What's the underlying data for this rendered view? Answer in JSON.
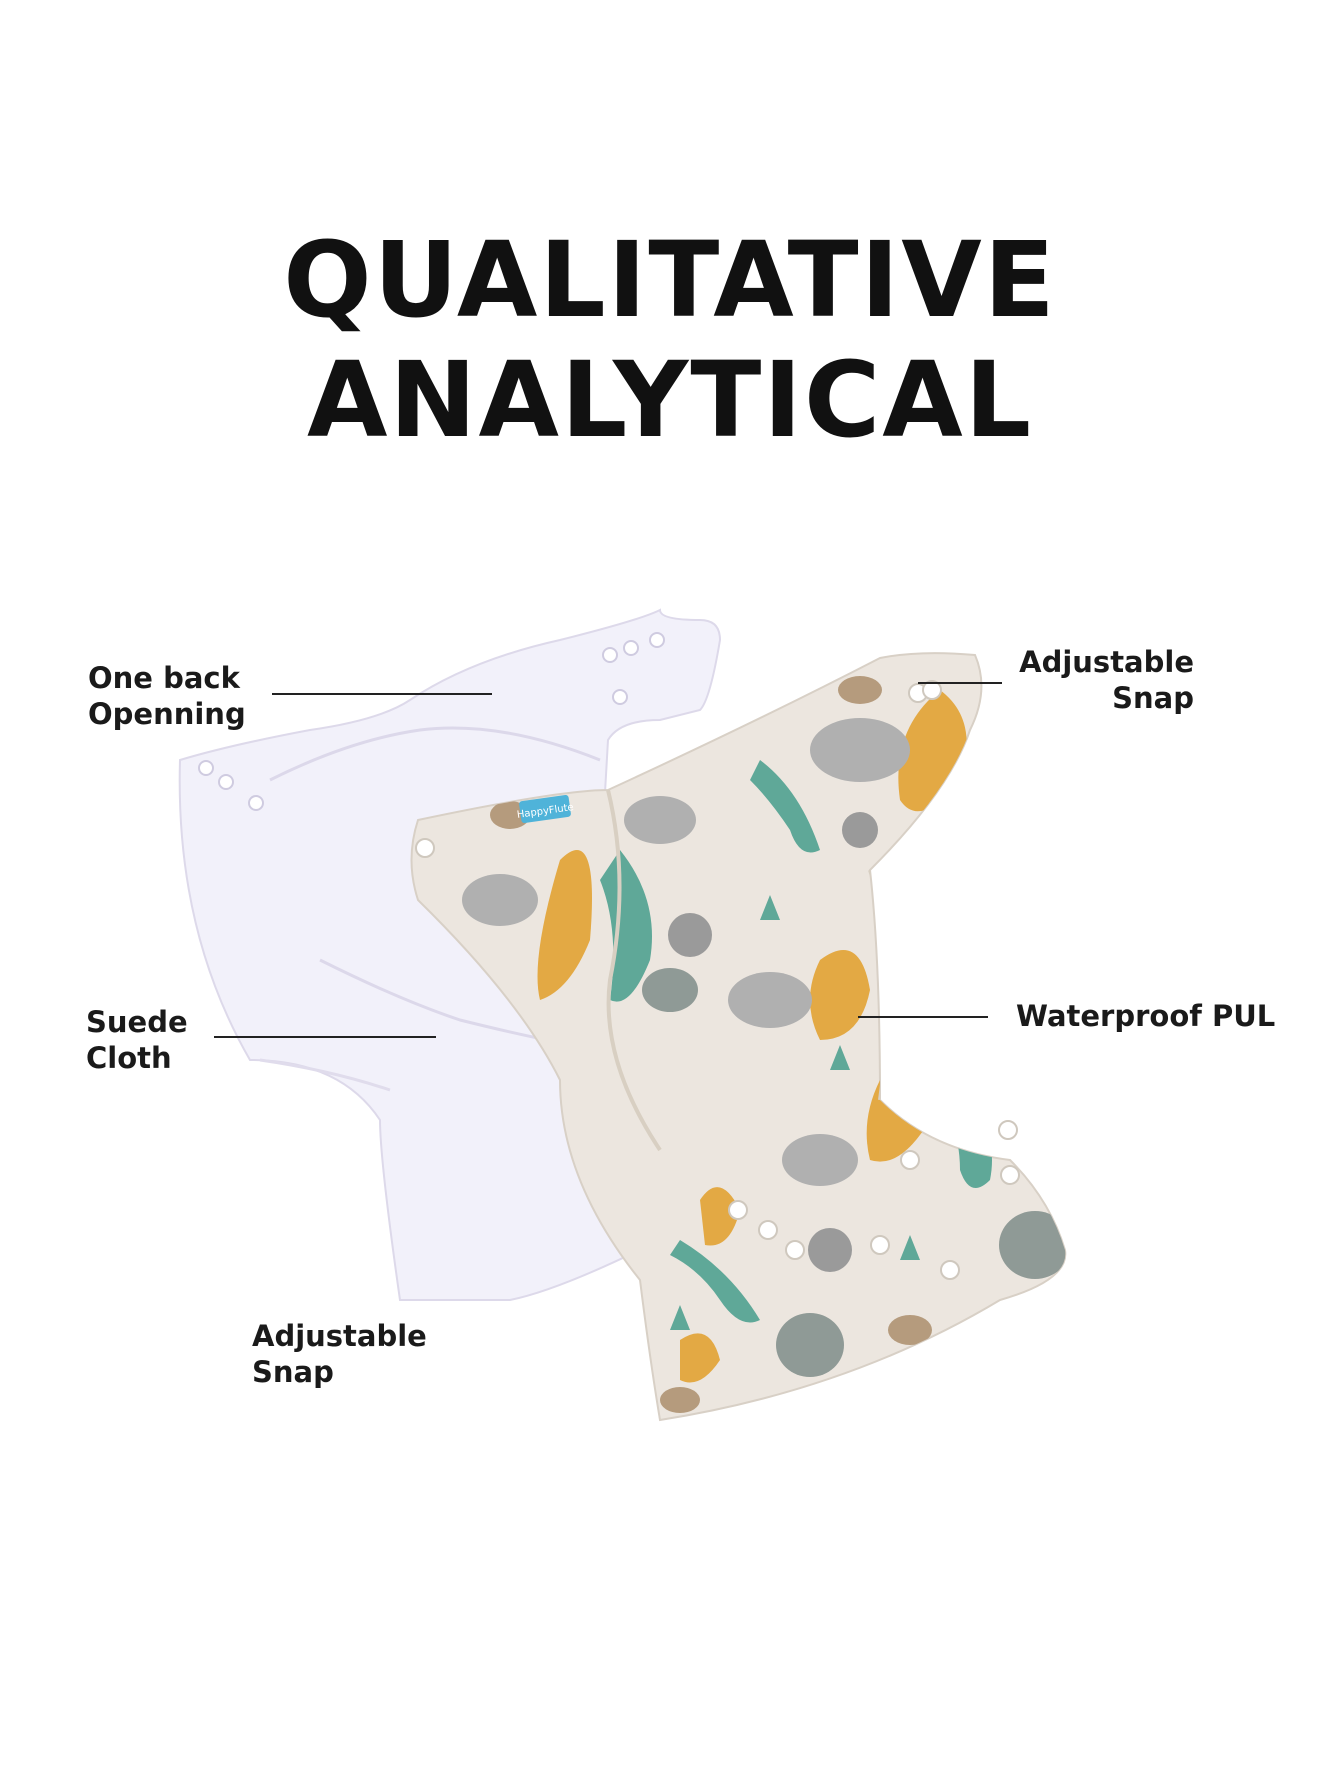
{
  "title": {
    "line1": "QUALITATIVE",
    "line2": "ANALYTICAL"
  },
  "callouts": {
    "back_opening": {
      "line1": "One back",
      "line2": "Openning"
    },
    "suede_cloth": {
      "line1": "Suede",
      "line2": "Cloth"
    },
    "snap_bottom": {
      "line1": "Adjustable",
      "line2": "Snap"
    },
    "snap_top": {
      "line1": "Adjustable",
      "line2": "Snap"
    },
    "waterproof": {
      "line1": "Waterproof PUL"
    }
  },
  "product": {
    "tag_text": "HappyFlute",
    "inner_color": "#f2f1fa",
    "outer_color": "#ece6df",
    "print_colors": [
      "#e3a944",
      "#5fa898",
      "#9a9a9a",
      "#b59b7d"
    ]
  }
}
